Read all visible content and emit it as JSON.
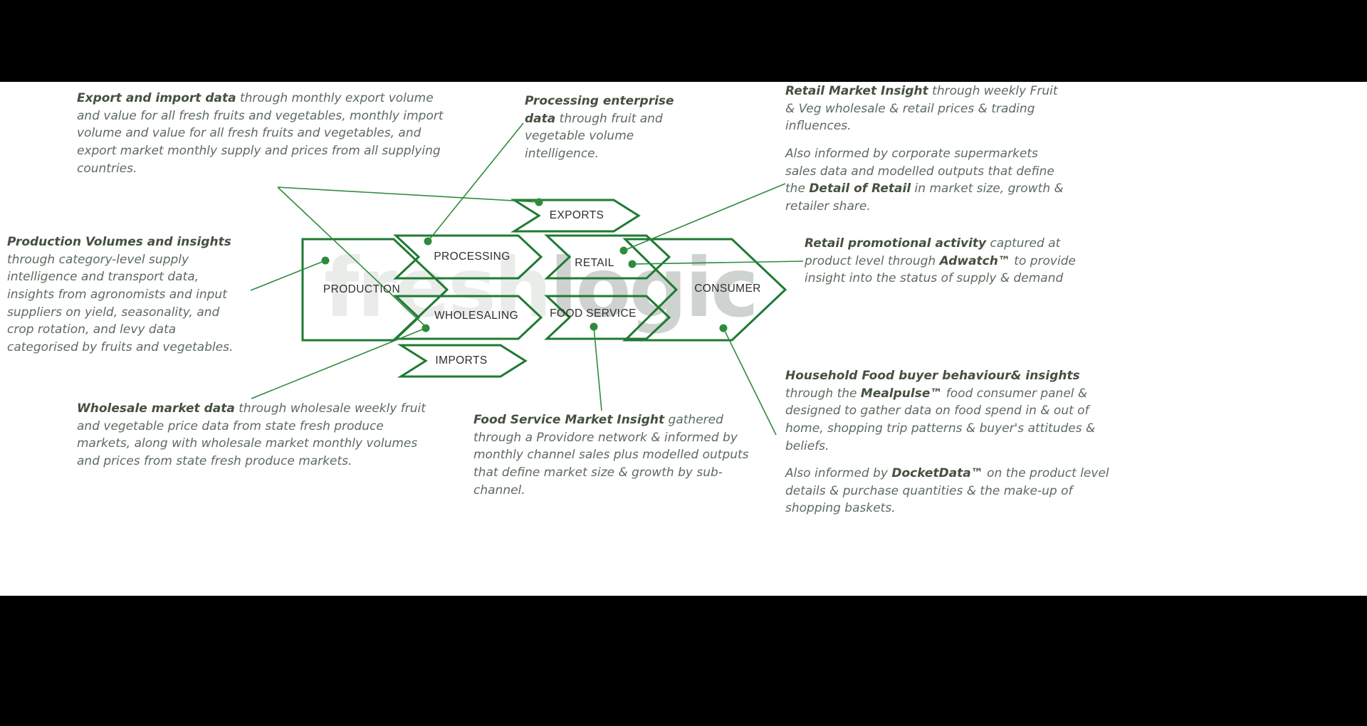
{
  "diagram": {
    "watermark": {
      "part1": "fresh",
      "part2": "logic"
    },
    "colors": {
      "chevron_outline": "#1f7a33",
      "connector_green": "#2e8b3c",
      "annotation_text": "#5d6b5e",
      "node_label": "#2e2e2e"
    },
    "nodes": {
      "production": "PRODUCTION",
      "processing": "PROCESSING",
      "wholesaling": "WHOLESALING",
      "exports": "EXPORTS",
      "imports": "IMPORTS",
      "retail": "RETAIL",
      "food_service": "FOOD SERVICE",
      "consumer": "CONSUMER"
    }
  },
  "annotations": {
    "export_import": [
      {
        "text": "Export and import data",
        "bold": true
      },
      {
        "text": " through monthly export volume and value for all fresh fruits and vegetables, monthly import volume and value for all fresh fruits and vegetables, and export market monthly supply and prices from all supplying countries.",
        "bold": false
      }
    ],
    "processing": [
      {
        "text": "Processing enterprise data",
        "bold": true
      },
      {
        "text": " through fruit and vegetable volume intelligence.",
        "bold": false
      }
    ],
    "retail_insight_p1": [
      {
        "text": "Retail Market Insight",
        "bold": true
      },
      {
        "text": " through weekly Fruit & Veg wholesale & retail prices & trading influences.",
        "bold": false
      }
    ],
    "retail_insight_p2": [
      {
        "text": "Also informed by corporate supermarkets sales data and modelled outputs that define the ",
        "bold": false
      },
      {
        "text": "Detail of Retail",
        "bold": true
      },
      {
        "text": " in market size, growth & retailer share.",
        "bold": false
      }
    ],
    "production": [
      {
        "text": "Production Volumes and insights",
        "bold": true
      },
      {
        "text": " through category-level supply intelligence and transport data, insights from agronomists and input suppliers on yield, seasonality, and crop rotation, and levy data categorised by fruits and vegetables.",
        "bold": false
      }
    ],
    "retail_promo": [
      {
        "text": "Retail promotional activity",
        "bold": true
      },
      {
        "text": " captured at product level through ",
        "bold": false
      },
      {
        "text": "Adwatch™",
        "bold": true
      },
      {
        "text": " to provide insight into the status of supply & demand",
        "bold": false
      }
    ],
    "wholesale": [
      {
        "text": "Wholesale market data",
        "bold": true
      },
      {
        "text": " through wholesale weekly fruit and vegetable price data from state fresh produce markets, along with wholesale market monthly volumes and prices from state fresh produce markets.",
        "bold": false
      }
    ],
    "food_service": [
      {
        "text": "Food Service Market Insight",
        "bold": true
      },
      {
        "text": " gathered through a Providore network & informed by monthly channel sales plus modelled outputs that define market size & growth by sub-channel.",
        "bold": false
      }
    ],
    "household_p1": [
      {
        "text": "Household Food buyer behaviour& insights",
        "bold": true
      },
      {
        "text": " through the ",
        "bold": false
      },
      {
        "text": "Mealpulse™",
        "bold": true
      },
      {
        "text": " food consumer panel & designed to gather data on food spend in & out of home, shopping trip patterns & buyer's attitudes & beliefs.",
        "bold": false
      }
    ],
    "household_p2": [
      {
        "text": "Also informed by ",
        "bold": false
      },
      {
        "text": "DocketData™",
        "bold": true
      },
      {
        "text": " on the product level details & purchase quantities & the make-up of shopping baskets.",
        "bold": false
      }
    ]
  }
}
